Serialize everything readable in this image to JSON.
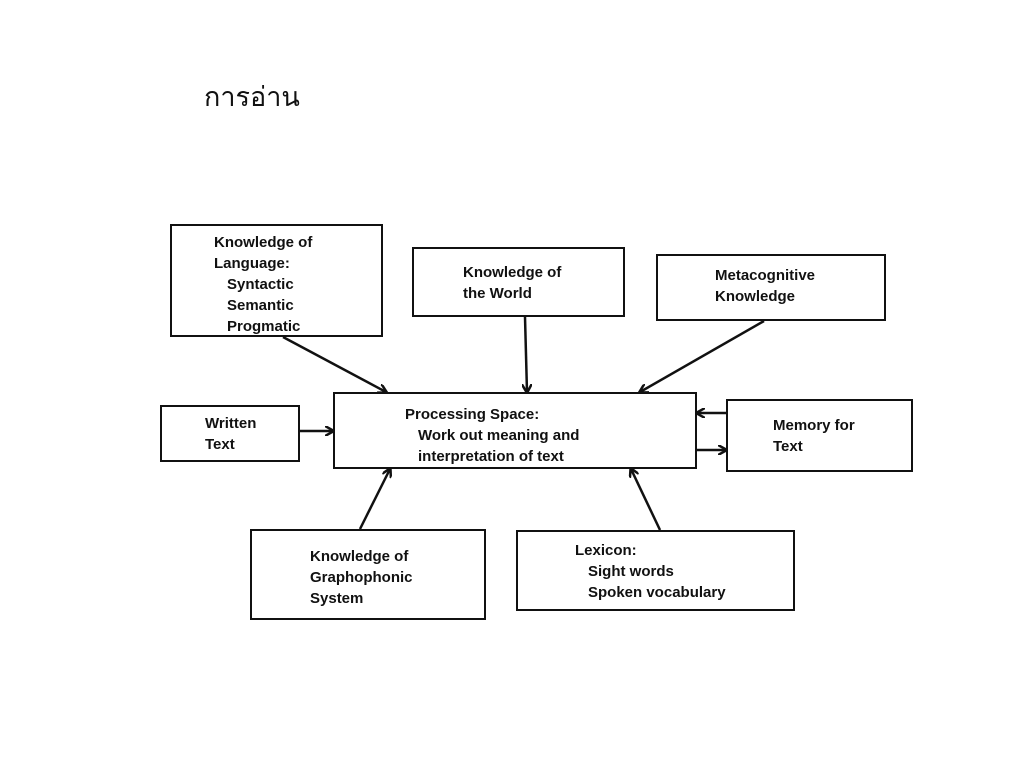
{
  "title": "การอ่าน",
  "diagram": {
    "knowledge_of_language": {
      "heading": [
        "Knowledge of",
        "Language:"
      ],
      "items": [
        "Syntactic",
        "Semantic",
        "Progmatic"
      ]
    },
    "knowledge_of_world": {
      "lines": [
        "Knowledge of",
        "the World"
      ]
    },
    "metacognitive_knowledge": {
      "lines": [
        "Metacognitive",
        "Knowledge"
      ]
    },
    "written_text": {
      "lines": [
        "Written",
        "Text"
      ]
    },
    "processing_space": {
      "heading": "Processing Space:",
      "items": [
        "Work out meaning and",
        "interpretation of text"
      ]
    },
    "memory_for_text": {
      "lines": [
        "Memory for",
        "Text"
      ]
    },
    "graphophonic_system": {
      "lines": [
        "Knowledge of",
        "Graphophonic",
        "System"
      ]
    },
    "lexicon": {
      "heading": "Lexicon:",
      "items": [
        "Sight words",
        "Spoken vocabulary"
      ]
    }
  },
  "colors": {
    "ink": "#111111",
    "background": "#ffffff"
  }
}
